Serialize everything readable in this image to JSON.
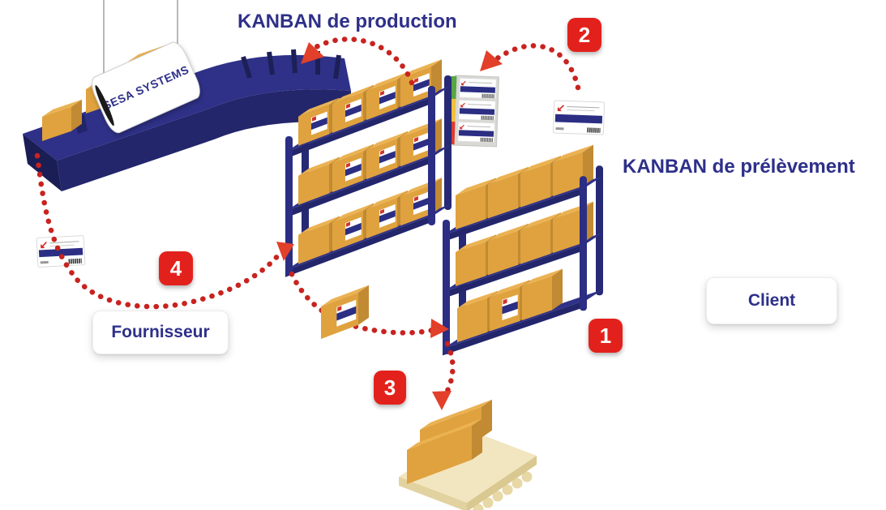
{
  "diagram": {
    "titles": {
      "production": "KANBAN de production",
      "prelevement": "KANBAN de prélèvement"
    },
    "entities": {
      "supplier": "Fournisseur",
      "client": "Client"
    },
    "conveyor_banner": "SESA SYSTEMS",
    "steps": [
      {
        "number": "1"
      },
      {
        "number": "2"
      },
      {
        "number": "3"
      },
      {
        "number": "4"
      }
    ],
    "icons": {
      "card_arrow": "↙"
    }
  },
  "colors": {
    "navy": "#2B2E83",
    "navy_light": "#2E3187",
    "navy_dark": "#23266B",
    "text_navy": "#2E3089",
    "badge_red": "#E3211C",
    "dot_red": "#C8231F",
    "arrow_red": "#E2402A",
    "box_front": "#DFA23E",
    "box_top": "#EBB252",
    "box_side": "#C18A33",
    "pallet_beige": "#F2E6C0",
    "board_green": "#57A646",
    "board_yellow": "#F0C03E",
    "board_red": "#DD3B31"
  }
}
